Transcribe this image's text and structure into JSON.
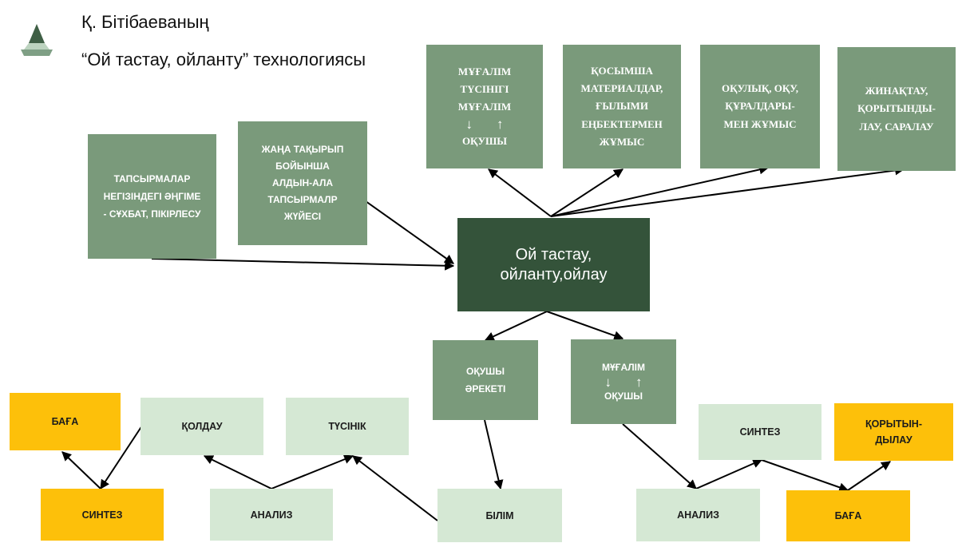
{
  "header": {
    "author": "Қ. Бітібаеваның",
    "technology": "“Ой тастау, ойланту”  технологиясы"
  },
  "center": "Ой тастау, ойланту,ойлау",
  "top_boxes": {
    "teacher": {
      "line1": "МҰҒАЛІМ",
      "line2": "ТҮСІНІГІ",
      "line3": "МҰҒАЛІМ",
      "line4": "ОҚУШЫ"
    },
    "materials": "ҚОСЫМША МАТЕРИАЛДАР, ҒЫЛЫМИ ЕҢБЕКТЕРМЕН ЖҰМЫС",
    "textbook": "ОҚУЛЫҚ, ОҚУ, ҚҰРАЛДАРЫ-МЕН ЖҰМЫС",
    "summary": "ЖИНАҚТАУ, ҚОРЫТЫНДЫ-ЛАУ, САРАЛАУ"
  },
  "left_boxes": {
    "tasks": "ТАПСЫРМАЛАР НЕГІЗІНДЕГІ ӘҢГІМЕ - СҰХБАТ, ПІКІРЛЕСУ",
    "new_topic": "ЖАҢА ТАҚЫРЫП БОЙЫНША АЛДЫН-АЛА ТАПСЫРМАЛР ЖҮЙЕСІ"
  },
  "mid_boxes": {
    "student_action": "ОҚУШЫ ӘРЕКЕТІ",
    "teacher_label": "МҰҒАЛІМ",
    "student_label": "ОҚУШЫ"
  },
  "bottom_left": {
    "grade": "БАҒА",
    "synthesis": "СИНТЕЗ",
    "support": "ҚОЛДАУ",
    "analysis": "АНАЛИЗ",
    "understanding": "ТҮСІНІК",
    "knowledge": "БІЛІМ"
  },
  "bottom_right": {
    "synthesis": "СИНТЕЗ",
    "conclusion": "ҚОРЫТЫН-ДЫЛАУ",
    "analysis": "АНАЛИЗ",
    "grade": "БАҒА"
  },
  "colors": {
    "gray_green": "#7a9a7b",
    "dark_green": "#34533a",
    "light_green": "#d5e8d4",
    "orange": "#fdc00a"
  }
}
